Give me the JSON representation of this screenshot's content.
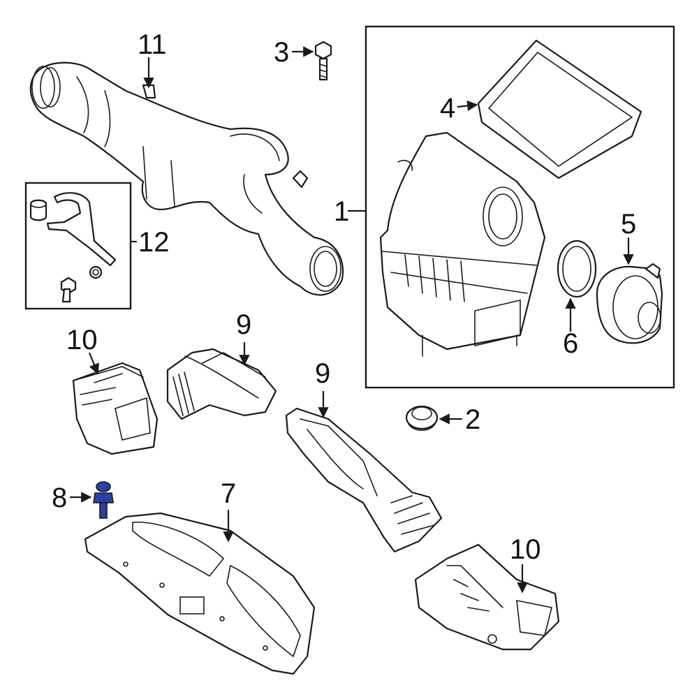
{
  "callouts": [
    {
      "id": "1",
      "label": "1"
    },
    {
      "id": "2",
      "label": "2"
    },
    {
      "id": "3",
      "label": "3"
    },
    {
      "id": "4",
      "label": "4"
    },
    {
      "id": "5",
      "label": "5"
    },
    {
      "id": "6",
      "label": "6"
    },
    {
      "id": "7",
      "label": "7"
    },
    {
      "id": "8",
      "label": "8"
    },
    {
      "id": "9a",
      "label": "9"
    },
    {
      "id": "9b",
      "label": "9"
    },
    {
      "id": "10a",
      "label": "10"
    },
    {
      "id": "10b",
      "label": "10"
    },
    {
      "id": "11",
      "label": "11"
    },
    {
      "id": "12",
      "label": "12"
    }
  ],
  "colors": {
    "line": "#1a1a1a",
    "background": "#ffffff",
    "highlight": "#2b3fa8"
  },
  "highlighted_part": "8"
}
